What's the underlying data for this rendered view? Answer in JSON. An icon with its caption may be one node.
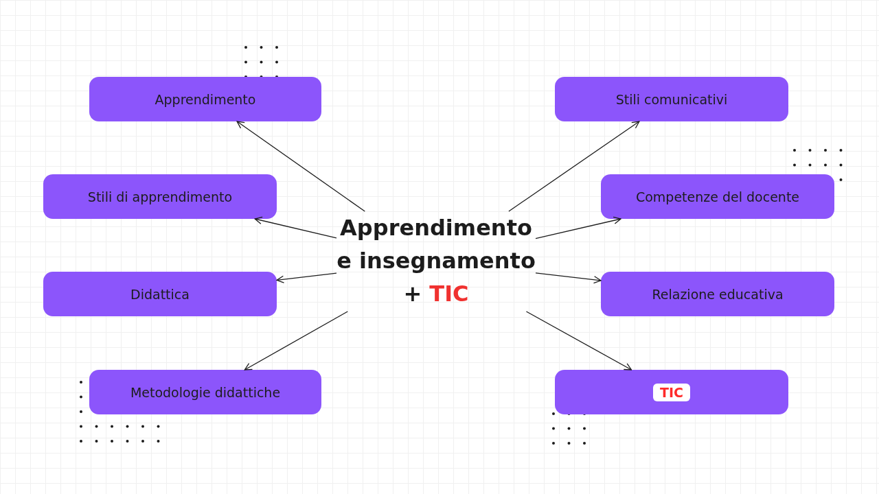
{
  "diagram": {
    "nodes": [
      {
        "text": [
          "Apprendimento e insegnamento +",
          "TIC"
        ]
      },
      {
        "text": [
          "Apprendimento"
        ]
      },
      {
        "text": [
          "Stili di apprendimento"
        ]
      },
      {
        "text": [
          "Didattica"
        ]
      },
      {
        "text": [
          "Metodologie didattiche"
        ]
      },
      {
        "text": [
          "Stili comunicativi"
        ]
      },
      {
        "text": [
          "Competenze del docente"
        ]
      },
      {
        "text": [
          "Relazione educativa"
        ]
      },
      {
        "text": [
          "TIC"
        ]
      }
    ],
    "edges": [
      {
        "from": 0,
        "to": 1,
        "arrow": "to"
      },
      {
        "from": 0,
        "to": 2,
        "arrow": "to"
      },
      {
        "from": 0,
        "to": 3,
        "arrow": "to"
      },
      {
        "from": 0,
        "to": 4,
        "arrow": "to"
      },
      {
        "from": 0,
        "to": 5,
        "arrow": "to"
      },
      {
        "from": 0,
        "to": 6,
        "arrow": "to"
      },
      {
        "from": 0,
        "to": 7,
        "arrow": "to"
      },
      {
        "from": 0,
        "to": 8,
        "arrow": "to"
      }
    ]
  }
}
